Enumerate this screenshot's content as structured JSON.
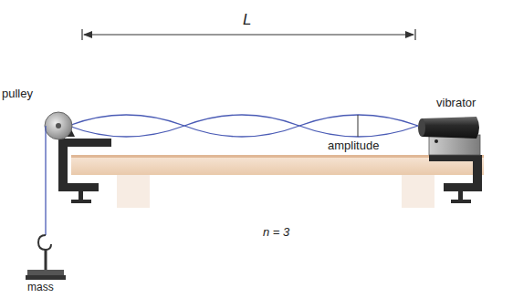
{
  "diagram": {
    "labels": [
      "L",
      "pulley",
      "vibrator",
      "amplitude",
      "n = 3",
      "mass"
    ]
  }
}
